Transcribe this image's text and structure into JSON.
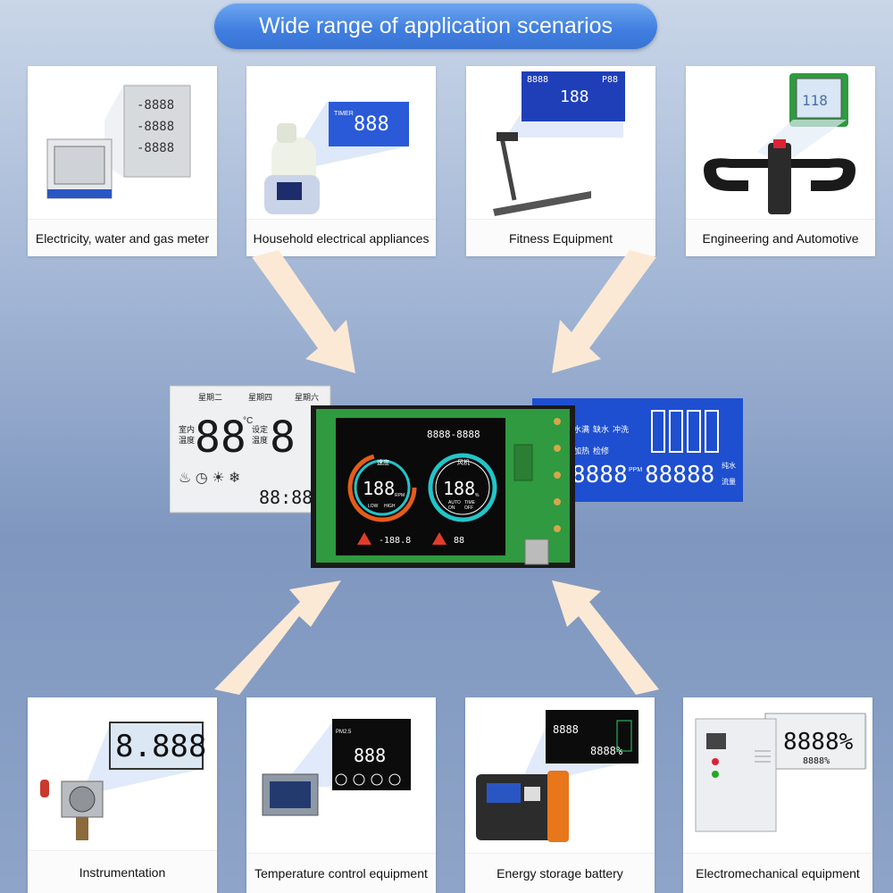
{
  "title": "Wide range of application scenarios",
  "top_cards": [
    {
      "caption": "Electricity, water and gas meter",
      "icon": "power-meter-icon"
    },
    {
      "caption": "Household electrical appliances",
      "icon": "baby-bottle-warmer-icon"
    },
    {
      "caption": "Fitness Equipment",
      "icon": "treadmill-icon"
    },
    {
      "caption": "Engineering and Automotive",
      "icon": "handle-controller-icon"
    }
  ],
  "bottom_cards": [
    {
      "caption": "Instrumentation",
      "icon": "gas-detector-icon"
    },
    {
      "caption": "Temperature control equipment",
      "icon": "thermostat-panel-icon"
    },
    {
      "caption": "Energy storage battery",
      "icon": "power-station-icon"
    },
    {
      "caption": "Electromechanical equipment",
      "icon": "electrical-cabinet-icon"
    }
  ],
  "displays": {
    "left": {
      "days": [
        "星期二",
        "星期四",
        "星期六"
      ],
      "labels": [
        "室内",
        "温度",
        "设定",
        "温度"
      ],
      "digits": "88",
      "unit": "°C",
      "clock": "88:88"
    },
    "center": {
      "row": "8888-8888",
      "gauge1": {
        "label": "速度",
        "value": "188",
        "unit": "RPM",
        "low": "LOW",
        "high": "HIGH"
      },
      "gauge2": {
        "label": "风机",
        "value": "188",
        "unit": "%",
        "auto": "AUTO",
        "on": "ON",
        "time": "TIME",
        "off": "OFF"
      },
      "bottom1": "-188.8",
      "bottom2": "88"
    },
    "right": {
      "labels": [
        "水满",
        "缺水",
        "冲洗",
        "加热",
        "检修"
      ],
      "digits1": "8888",
      "digits2": "88888",
      "unit": "PPM",
      "labels2": [
        "纯水",
        "流量"
      ]
    }
  },
  "colors": {
    "title_pill": "#3f7ee0",
    "arrow": "#fbe9d5",
    "lcd_blue": "#1e4fd0",
    "pcb_green": "#2f9a3f"
  }
}
